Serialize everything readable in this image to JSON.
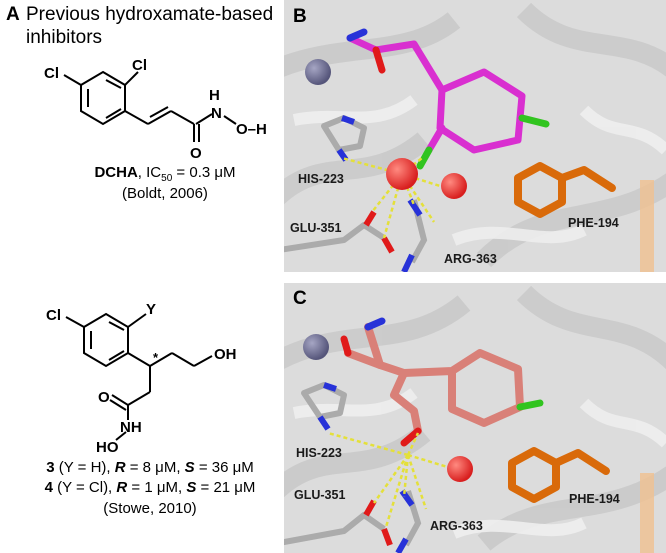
{
  "panel_a": {
    "letter": "A",
    "heading_line1": "Previous hydroxamate-based",
    "heading_line2": "inhibitors",
    "compound1": {
      "name": "DCHA",
      "ic50_label": "IC",
      "ic50_sub": "50",
      "ic50_value": " = 0.3 μM",
      "citation": "(Boldt, 2006)",
      "atoms": {
        "cl_left": "Cl",
        "cl_right": "Cl",
        "h": "H",
        "n": "N",
        "o_bottom": "O",
        "oh": "O–H"
      }
    },
    "compound2": {
      "atoms": {
        "cl": "Cl",
        "y": "Y",
        "oh": "OH",
        "star": "*",
        "o": "O",
        "nh": "NH",
        "hon": "HO"
      },
      "line1": {
        "num": "3",
        "cond": " (Y = H), ",
        "r": "R",
        "rval": " = 8 μM, ",
        "s": "S",
        "sval": " = 36 μM"
      },
      "line2": {
        "num": "4",
        "cond": " (Y = Cl), ",
        "r": "R",
        "rval": " = 1 μM, ",
        "s": "S",
        "sval": " = 21 μM"
      },
      "citation": "(Stowe, 2010)"
    }
  },
  "panel_b": {
    "letter": "B",
    "residues": {
      "his": "HIS-223",
      "glu": "GLU-351",
      "arg": "ARG-363",
      "phe": "PHE-194"
    }
  },
  "panel_c": {
    "letter": "C",
    "residues": {
      "his": "HIS-223",
      "glu": "GLU-351",
      "arg": "ARG-363",
      "phe": "PHE-194"
    }
  },
  "colors": {
    "ligand_b": "#d92fd0",
    "ligand_c": "#d98078",
    "phe": "#d96a0a",
    "chlorine": "#31c41f",
    "nitrogen": "#2732d8",
    "oxygen": "#e01a1a",
    "zinc": "#6f6f94",
    "water": "#e8403a",
    "hbond": "#e4e03a",
    "protein": "#d4d4d4"
  }
}
